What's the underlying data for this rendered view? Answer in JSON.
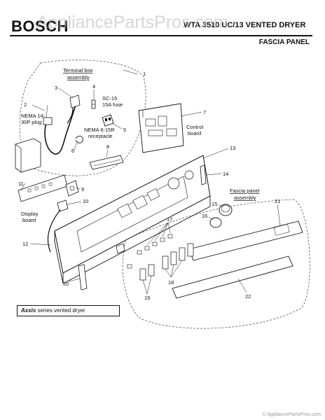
{
  "header": {
    "brand": "BOSCH",
    "model": "WTA 3510 UC/13 VENTED DRYER",
    "section": "FASCIA PANEL"
  },
  "watermark": "AppliancePartsPros.com",
  "labels": {
    "terminal_box": [
      "Terminal box",
      "assembly"
    ],
    "sc15": [
      "SC-15",
      "15A fuse"
    ],
    "nema14": [
      "NEMA 14-",
      "30P plug"
    ],
    "nema6": [
      "NEMA 6-15R",
      "receptacle"
    ],
    "control_board": [
      "Control",
      "board"
    ],
    "fascia_panel": [
      "Fascia panel",
      "assembly"
    ],
    "display_board": [
      "Display",
      "board"
    ]
  },
  "part_numbers": [
    "1",
    "2",
    "3",
    "4",
    "5",
    "6",
    "7",
    "8",
    "9",
    "10",
    "11",
    "12",
    "13",
    "14",
    "15",
    "16",
    "17",
    "18",
    "19",
    "20",
    "21",
    "22"
  ],
  "callout": {
    "brand": "Axxis",
    "rest": " series vented dryer"
  },
  "footer": "© AppliancePartsPros.com"
}
